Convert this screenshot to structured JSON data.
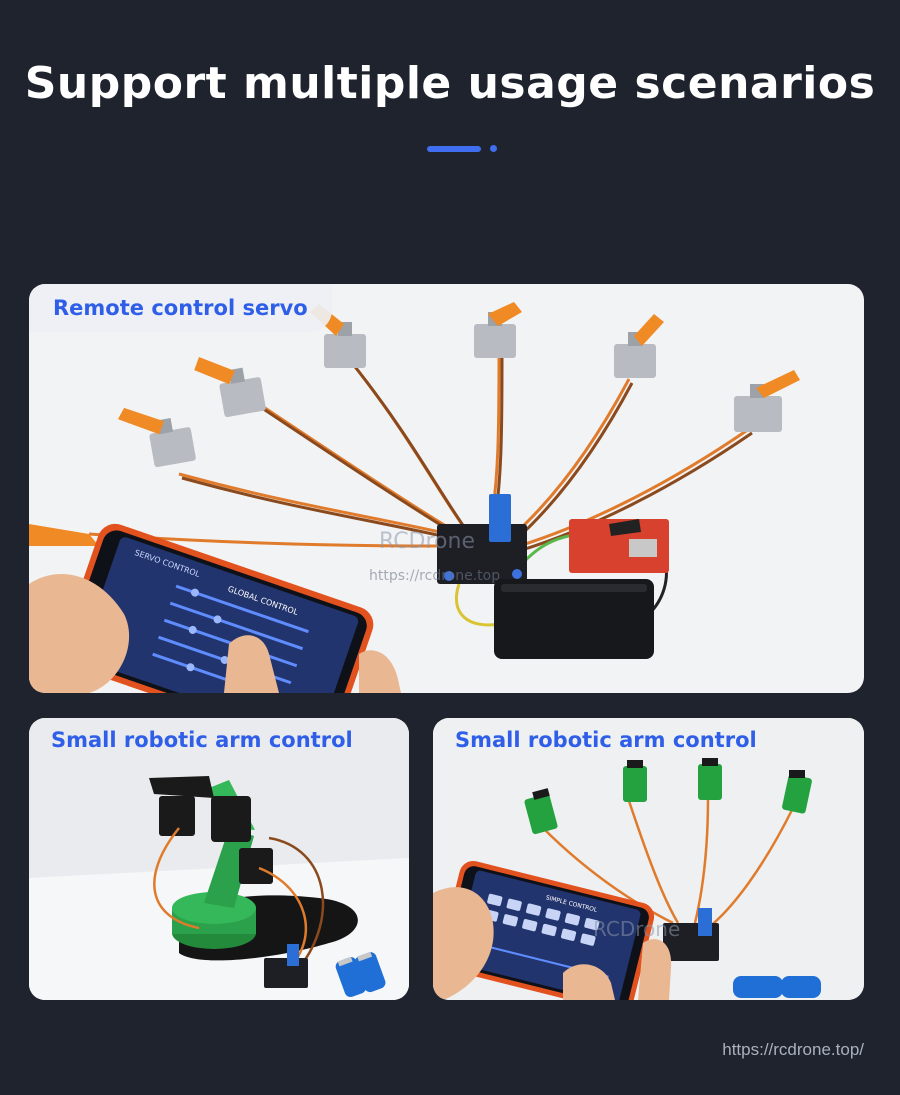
{
  "header": {
    "title": "Support multiple usage scenarios"
  },
  "cards": [
    {
      "label": "Remote control servo",
      "watermark_brand": "RCDrone",
      "watermark_url": "https://rcdrone.top"
    },
    {
      "label": "Small robotic arm control"
    },
    {
      "label": "Small robotic arm control",
      "watermark_brand": "RCDrone"
    }
  ],
  "phone_ui": {
    "back_label": "SERVO CONTROL",
    "panel_title": "GLOBAL CONTROL",
    "simple_title": "SIMPLE CONTROL"
  },
  "footer": {
    "url": "https://rcdrone.top/"
  },
  "colors": {
    "background": "#1e232e",
    "accent": "#3f6ff0",
    "label": "#2f5fe8",
    "card": "#f2f3f5"
  }
}
